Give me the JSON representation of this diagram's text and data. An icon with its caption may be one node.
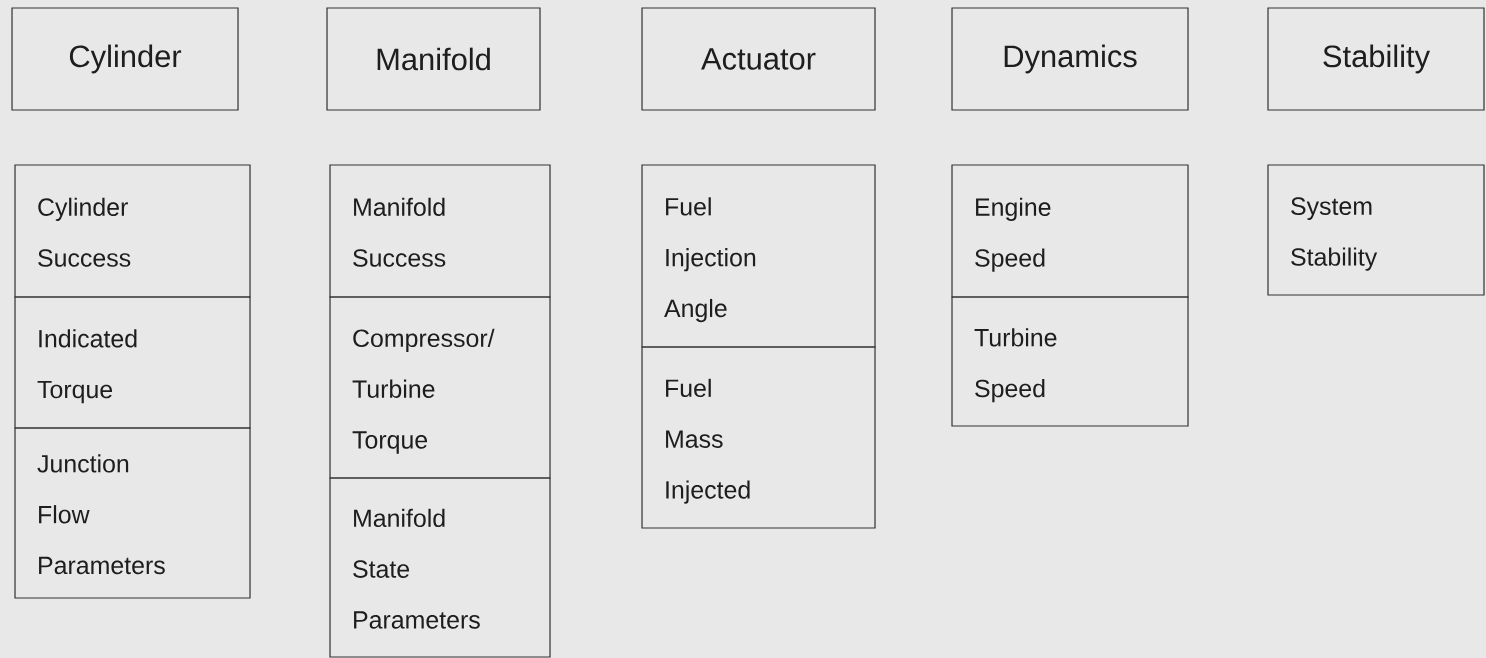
{
  "diagram": {
    "nodes": [
      {
        "text": [
          "Cylinder"
        ]
      },
      {
        "text": [
          "Manifold"
        ]
      },
      {
        "text": [
          "Actuator"
        ]
      },
      {
        "text": [
          "Dynamics"
        ]
      },
      {
        "text": [
          "Stability"
        ]
      },
      {
        "text": [
          "Cylinder Success"
        ]
      },
      {
        "text": [
          "Indicated Torque"
        ]
      },
      {
        "text": [
          "Junction Flow Parameters"
        ]
      },
      {
        "text": [
          "Manifold Success"
        ]
      },
      {
        "text": [
          "Compressor/ Turbine Torque"
        ]
      },
      {
        "text": [
          "Manifold State Parameters"
        ]
      },
      {
        "text": [
          "Fuel Injection Angle"
        ]
      },
      {
        "text": [
          "Fuel Mass Injected"
        ]
      },
      {
        "text": [
          "Engine Speed"
        ]
      },
      {
        "text": [
          "Turbine Speed"
        ]
      },
      {
        "text": [
          "System Stability"
        ]
      }
    ]
  }
}
